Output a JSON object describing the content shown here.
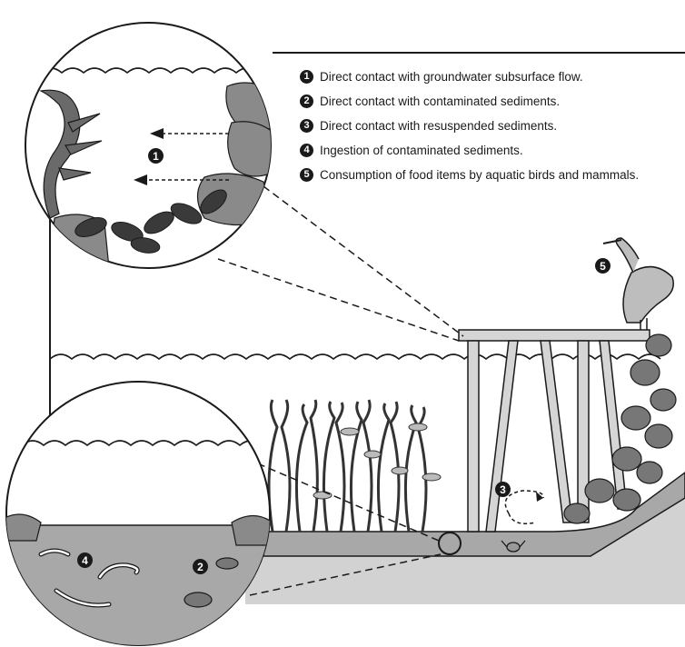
{
  "legend": [
    {
      "num": "1",
      "text": "Direct contact with groundwater subsurface flow."
    },
    {
      "num": "2",
      "text": "Direct contact with contaminated sediments."
    },
    {
      "num": "3",
      "text": "Direct contact with resuspended sediments."
    },
    {
      "num": "4",
      "text": "Ingestion of contaminated sediments."
    },
    {
      "num": "5",
      "text": "Consumption of food items by aquatic birds and mammals."
    }
  ],
  "markers": {
    "m1": "1",
    "m2": "2",
    "m3": "3",
    "m4": "4",
    "m5": "5"
  },
  "colors": {
    "water_line": "#1a1a1a",
    "sediment": "#a9a9a9",
    "shore": "#c8c8c8",
    "dark": "#1a1a1a"
  },
  "icons": [
    "heron-icon",
    "seaweed-icon",
    "mussel-icon",
    "worm-icon",
    "amphipod-icon",
    "crab-icon",
    "fish-icon",
    "eelgrass-icon",
    "rock-icon",
    "pier-icon"
  ]
}
